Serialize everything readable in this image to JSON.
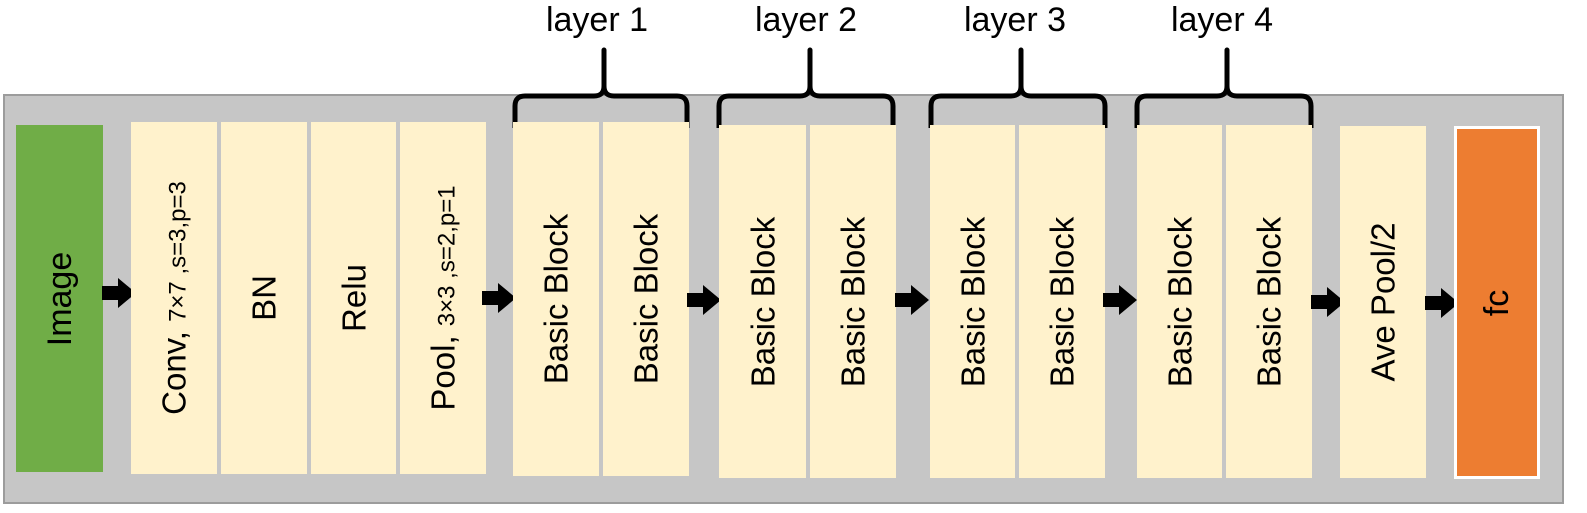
{
  "input": {
    "label": "Image"
  },
  "stem": [
    {
      "id": "conv",
      "prefix": "Conv, ",
      "detail": "7×7 ,s=3,p=3"
    },
    {
      "id": "bn",
      "prefix": "BN",
      "detail": ""
    },
    {
      "id": "relu",
      "prefix": "Relu",
      "detail": ""
    },
    {
      "id": "pool",
      "prefix": "Pool, ",
      "detail": "3×3 ,s=2,p=1"
    }
  ],
  "layers": [
    {
      "name": "layer 1",
      "blocks": [
        "Basic Block",
        "Basic Block"
      ]
    },
    {
      "name": "layer 2",
      "blocks": [
        "Basic Block",
        "Basic Block"
      ]
    },
    {
      "name": "layer 3",
      "blocks": [
        "Basic Block",
        "Basic Block"
      ]
    },
    {
      "name": "layer 4",
      "blocks": [
        "Basic Block",
        "Basic Block"
      ]
    }
  ],
  "pooling": {
    "label": "Ave Pool/2"
  },
  "output": {
    "label": "fc"
  },
  "colors": {
    "input": "#70ad47",
    "stage": "#fff2cc",
    "output": "#ed7d31",
    "panel": "#c6c6c6",
    "arrow": "#000000"
  }
}
